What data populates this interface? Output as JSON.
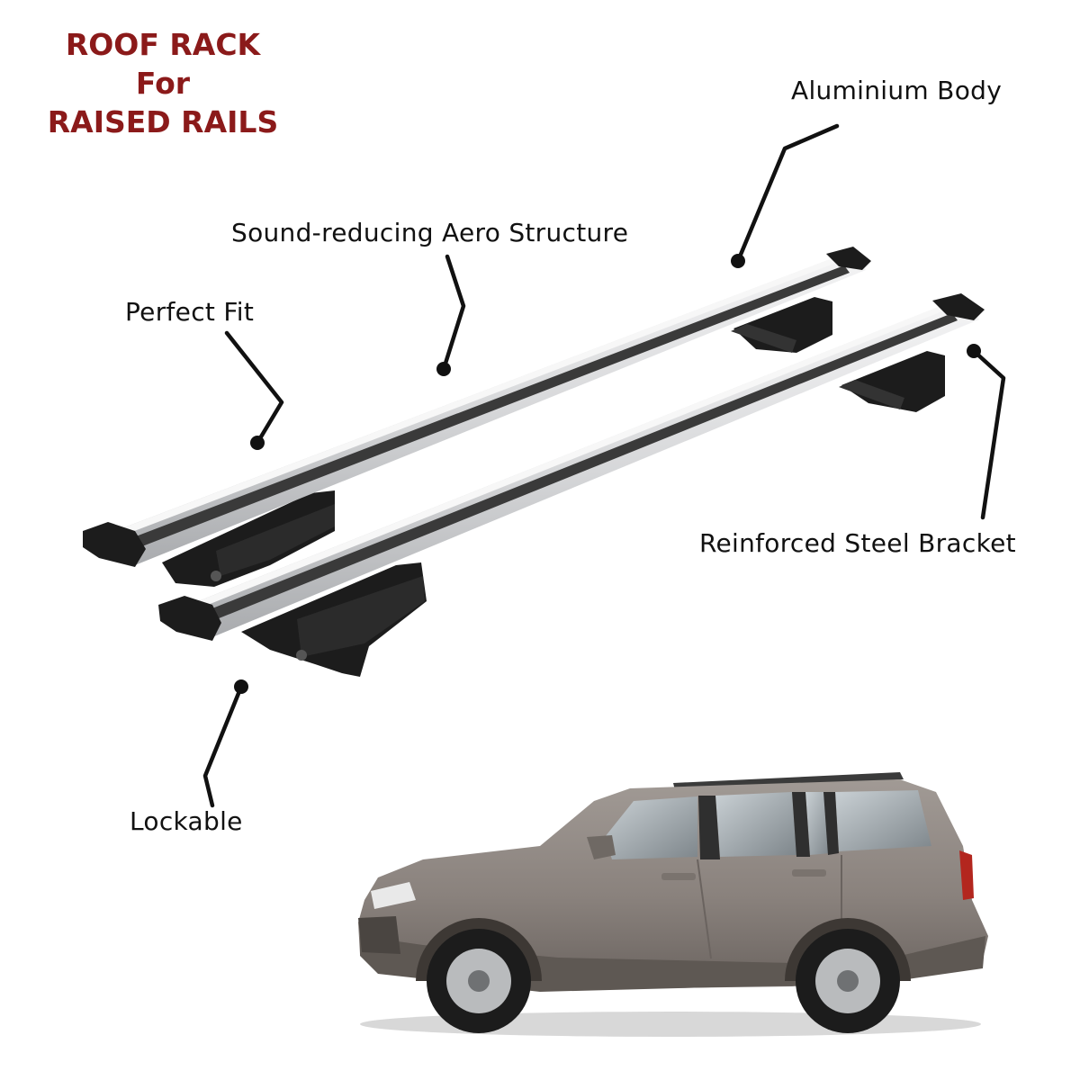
{
  "title": {
    "line1": "ROOF RACK",
    "line2": "For",
    "line3": "RAISED RAILS",
    "color": "#8b1a1a"
  },
  "callouts": {
    "aluminium_body": "Aluminium Body",
    "aero_structure": "Sound-reducing Aero Structure",
    "perfect_fit": "Perfect Fit",
    "reinforced_bracket": "Reinforced Steel Bracket",
    "lockable": "Lockable"
  },
  "colors": {
    "bar_silver": "#d9dadc",
    "bar_groove": "#3a3a3a",
    "foot_black": "#1c1c1c",
    "car_body": "#8c8580",
    "leader_line": "#111111"
  }
}
